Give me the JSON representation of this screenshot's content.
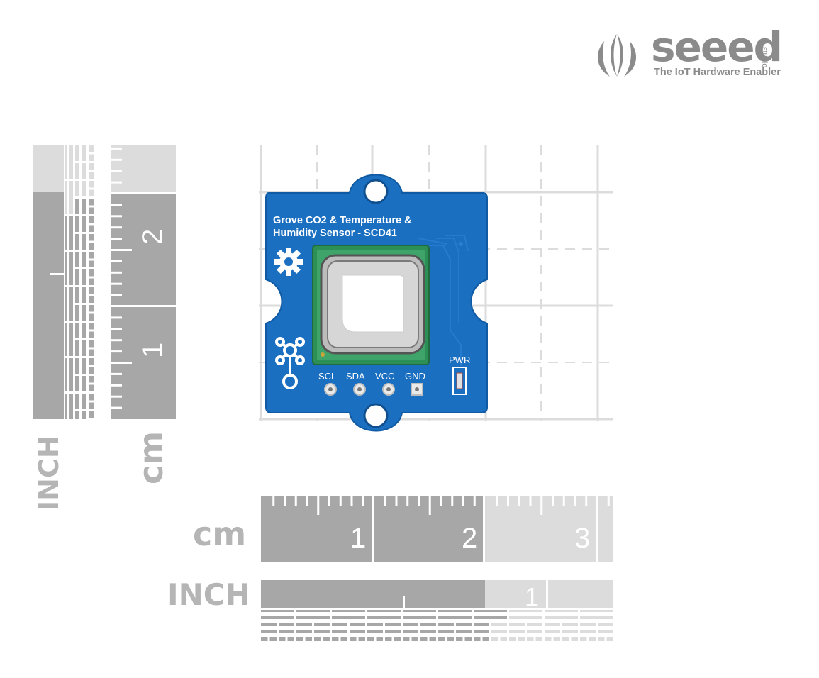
{
  "logo": {
    "brand": "seeed",
    "studio": "studio",
    "tagline": "The IoT Hardware Enabler"
  },
  "board": {
    "title_line1": "Grove CO2 & Temperature &",
    "title_line2": "Humidity Sensor - SCD41",
    "pins": [
      "SCL",
      "SDA",
      "VCC",
      "GND"
    ],
    "pwr_label": "PWR"
  },
  "rulers": {
    "cm_label": "cm",
    "inch_label": "INCH",
    "bottom_cm_numbers": [
      "1",
      "2",
      "3"
    ],
    "bottom_inch_numbers": [
      "1"
    ],
    "left_cm_numbers": [
      "1",
      "2"
    ]
  },
  "colors": {
    "pcb_blue": "#1b6fc0",
    "ruler_dark": "#a7a7a7",
    "ruler_light": "#dcdcdc",
    "label_gray": "#b5b5b5",
    "logo_gray": "#8b8b8b"
  }
}
